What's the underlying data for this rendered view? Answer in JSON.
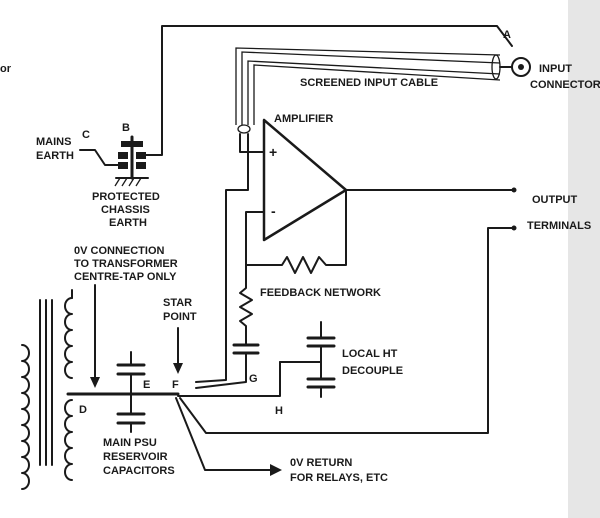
{
  "labels": {
    "page_edge_fragment": "or",
    "point_a": "A",
    "input_connector_1": "INPUT",
    "input_connector_2": "CONNECTOR",
    "screened_input_cable": "SCREENED INPUT CABLE",
    "amplifier": "AMPLIFIER",
    "plus_sign": "+",
    "minus_sign": "-",
    "point_c": "C",
    "point_b": "B",
    "mains_earth_1": "MAINS",
    "mains_earth_2": "EARTH",
    "protected_1": "PROTECTED",
    "protected_2": "CHASSIS",
    "protected_3": "EARTH",
    "output_label": "OUTPUT",
    "terminals_label": "TERMINALS",
    "zero_v_1": "0V CONNECTION",
    "zero_v_2": "TO TRANSFORMER",
    "zero_v_3": "CENTRE-TAP ONLY",
    "star_point_1": "STAR",
    "star_point_2": "POINT",
    "feedback_network": "FEEDBACK NETWORK",
    "local_ht_1": "LOCAL HT",
    "local_ht_2": "DECOUPLE",
    "point_d": "D",
    "point_e": "E",
    "point_f": "F",
    "point_g": "G",
    "point_h": "H",
    "main_psu_1": "MAIN PSU",
    "main_psu_2": "RESERVOIR",
    "main_psu_3": "CAPACITORS",
    "zero_v_return_1": "0V RETURN",
    "zero_v_return_2": "FOR RELAYS, ETC"
  }
}
